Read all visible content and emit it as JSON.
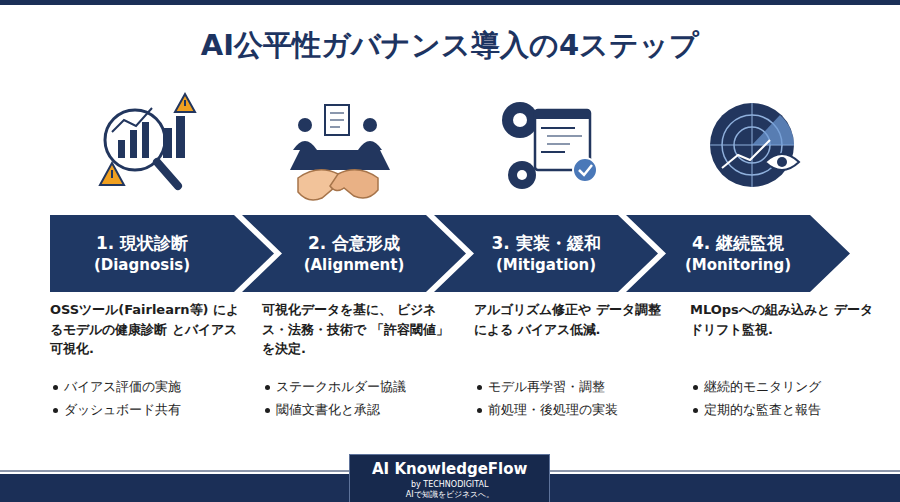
{
  "diagram": {
    "title": "AI公平性ガバナンス導入の4ステップ",
    "nodes": [
      {
        "text": [
          "1. 現状診断",
          "(Diagnosis)"
        ]
      },
      {
        "text": [
          "2. 合意形成",
          "(Alignment)"
        ]
      },
      {
        "text": [
          "3. 実装・緩和",
          "(Mitigation)"
        ]
      },
      {
        "text": [
          "4. 継続監視",
          "(Monitoring)"
        ]
      },
      {
        "text": [
          "AI KnowledgeFlow",
          "by TECHNODIGITAL",
          "AIで知識をビジネスへ。"
        ]
      }
    ],
    "labels": [
      "OSSツール(Fairlearn等) によるモデルの健康診断 とバイアス可視化.",
      "バイアス評価の実施",
      "ダッシュボード共有",
      "可視化データを基に、 ビジネス・法務・技術で 「許容閾値」を決定.",
      "ステークホルダー協議",
      "閾値文書化と承認",
      "アルゴリズム修正や データ調整による バイアス低減.",
      "モデル再学習・調整",
      "前処理・後処理の実装",
      "MLOpsへの組み込みと データドリフト監視.",
      "継続的モニタリング",
      "定期的な監査と報告"
    ]
  }
}
